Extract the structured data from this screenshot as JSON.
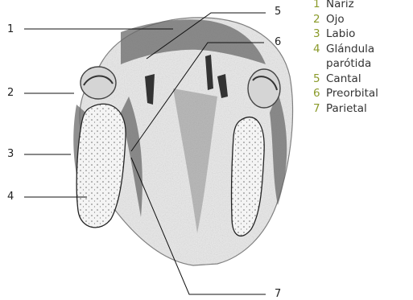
{
  "callout_numbers": [
    "1",
    "2",
    "3",
    "4",
    "5",
    "6",
    "7"
  ],
  "legend": [
    {
      "num": "1",
      "label": "Nariz"
    },
    {
      "num": "2",
      "label": "Ojo"
    },
    {
      "num": "3",
      "label": "Labio"
    },
    {
      "num": "4",
      "label": "Glándula",
      "label_cont": "parótida"
    },
    {
      "num": "5",
      "label": "Cantal"
    },
    {
      "num": "6",
      "label": "Preorbital"
    },
    {
      "num": "7",
      "label": "Parietal"
    }
  ],
  "colors": {
    "legend_number": "#8a9a2a",
    "legend_text": "#333333",
    "line": "#111111",
    "pencil": "#555555"
  }
}
